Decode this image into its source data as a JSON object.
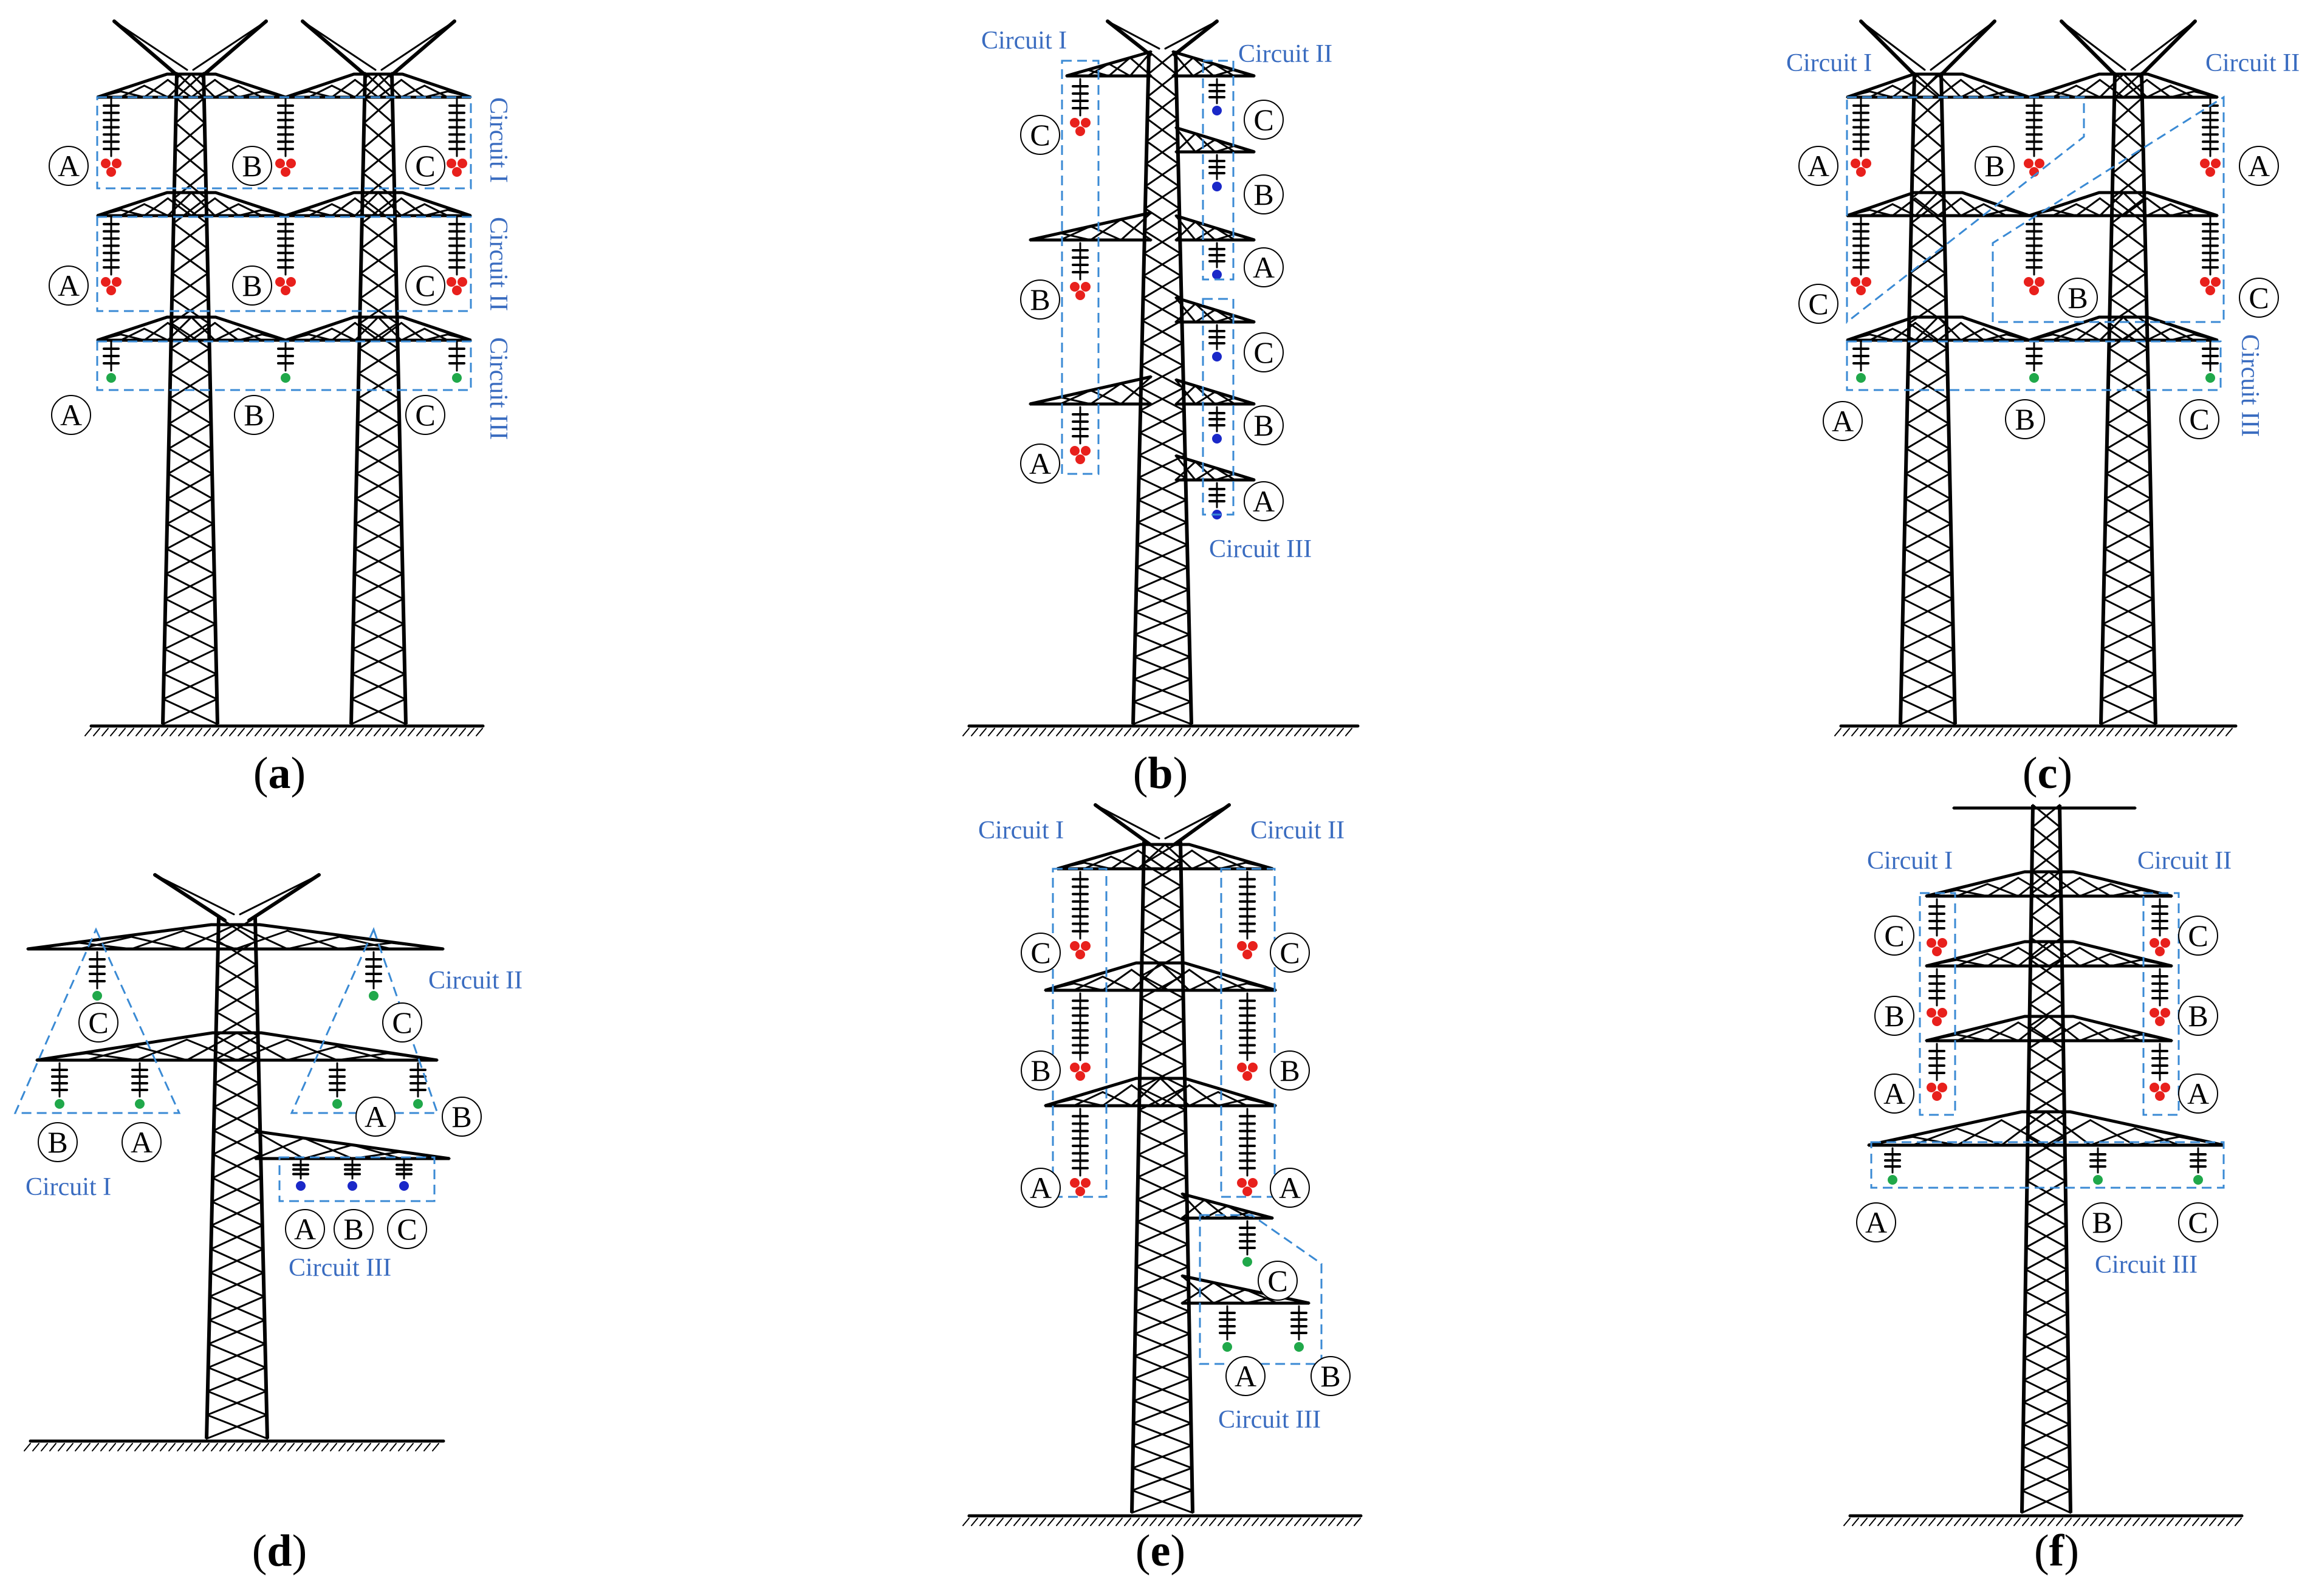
{
  "phases": [
    "A",
    "B",
    "C"
  ],
  "colors": {
    "tower": "#000000",
    "circuit_box": "#3a8ad4",
    "circuit_label": "#3a6cc0",
    "conductor_red": "#e8201c",
    "conductor_green": "#20a84a",
    "conductor_blue": "#1a28c8"
  },
  "panels": [
    {
      "id": "a",
      "caption": "a",
      "circuits": [
        "Circuit I",
        "Circuit II",
        "Circuit III"
      ],
      "phase_labels": [
        "A",
        "B",
        "C",
        "A",
        "B",
        "C",
        "A",
        "B",
        "C"
      ]
    },
    {
      "id": "b",
      "caption": "b",
      "circuits": [
        "Circuit I",
        "Circuit II",
        "Circuit III"
      ],
      "phase_labels": [
        "C",
        "B",
        "A",
        "C",
        "B",
        "A",
        "C",
        "B",
        "A"
      ]
    },
    {
      "id": "c",
      "caption": "c",
      "circuits": [
        "Circuit I",
        "Circuit II",
        "Circuit III"
      ],
      "phase_labels": [
        "A",
        "B",
        "A",
        "C",
        "B",
        "C",
        "A",
        "B",
        "C"
      ]
    },
    {
      "id": "d",
      "caption": "d",
      "circuits": [
        "Circuit I",
        "Circuit II",
        "Circuit III"
      ],
      "phase_labels": [
        "C",
        "B",
        "A",
        "C",
        "A",
        "B",
        "A",
        "B",
        "C"
      ]
    },
    {
      "id": "e",
      "caption": "e",
      "circuits": [
        "Circuit I",
        "Circuit II",
        "Circuit III"
      ],
      "phase_labels": [
        "C",
        "B",
        "A",
        "C",
        "B",
        "A",
        "C",
        "A",
        "B"
      ]
    },
    {
      "id": "f",
      "caption": "f",
      "circuits": [
        "Circuit I",
        "Circuit II",
        "Circuit III"
      ],
      "phase_labels": [
        "C",
        "B",
        "A",
        "C",
        "B",
        "A",
        "A",
        "B",
        "C"
      ]
    }
  ]
}
